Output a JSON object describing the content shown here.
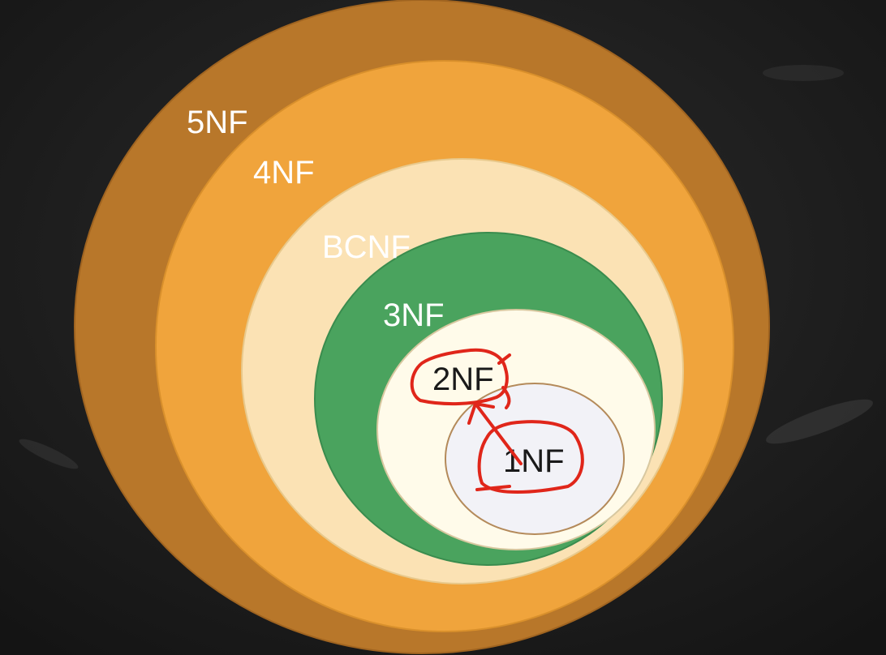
{
  "diagram": {
    "levels": [
      {
        "id": "5nf",
        "label": "5NF",
        "fill": "#b8772a",
        "label_color": "#ffffff"
      },
      {
        "id": "4nf",
        "label": "4NF",
        "fill": "#f0a43c",
        "label_color": "#ffffff"
      },
      {
        "id": "bcnf",
        "label": "BCNF",
        "fill": "#fbe2b4",
        "label_color": "#ffffff"
      },
      {
        "id": "3nf",
        "label": "3NF",
        "fill": "#4aa35e",
        "label_color": "#ffffff"
      },
      {
        "id": "2nf",
        "label": "2NF",
        "fill": "#fffbea",
        "label_color": "#1a1a1a"
      },
      {
        "id": "1nf",
        "label": "1NF",
        "fill": "#f2f2f7",
        "label_color": "#1a1a1a"
      }
    ],
    "annotation_color": "#e0261a",
    "background": "#1d1d1d"
  }
}
